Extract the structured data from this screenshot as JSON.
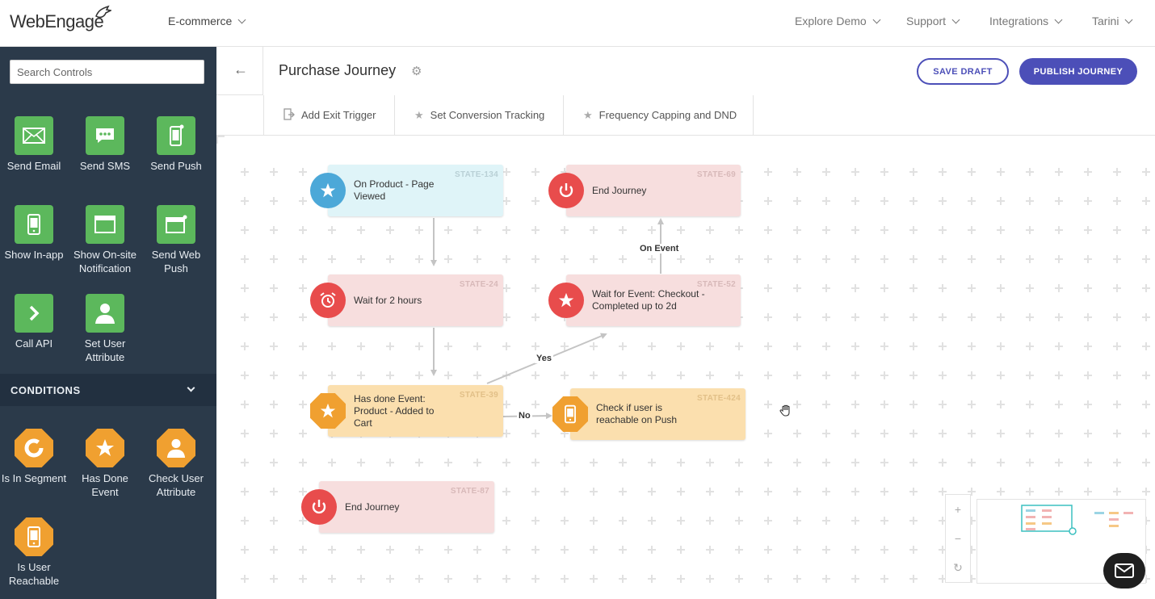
{
  "topbar": {
    "logo": "WebEngage",
    "project": "E-commerce",
    "nav": [
      "Explore Demo",
      "Support",
      "Integrations",
      "Tarini"
    ]
  },
  "sidebar": {
    "search_placeholder": "Search Controls",
    "actions": [
      {
        "label": "Send Email",
        "icon": "email-icon"
      },
      {
        "label": "Send SMS",
        "icon": "sms-icon"
      },
      {
        "label": "Send Push",
        "icon": "mobile-push-icon"
      },
      {
        "label": "Show In-app",
        "icon": "mobile-icon"
      },
      {
        "label": "Show On-site Notification",
        "icon": "browser-window-icon"
      },
      {
        "label": "Send Web Push",
        "icon": "web-push-icon"
      },
      {
        "label": "Call API",
        "icon": "chevron-right-icon"
      },
      {
        "label": "Set User Attribute",
        "icon": "user-icon"
      }
    ],
    "conditions_header": "CONDITIONS",
    "conditions": [
      {
        "label": "Is In Segment",
        "icon": "segment-icon"
      },
      {
        "label": "Has Done Event",
        "icon": "star-icon"
      },
      {
        "label": "Check User Attribute",
        "icon": "user-icon"
      },
      {
        "label": "Is User Reachable",
        "icon": "mobile-icon"
      }
    ]
  },
  "header": {
    "back": "←",
    "title": "Purchase Journey",
    "save_draft": "SAVE DRAFT",
    "publish": "PUBLISH JOURNEY"
  },
  "subbar": {
    "tabs": [
      "Add Exit Trigger",
      "Set Conversion Tracking",
      "Frequency Capping and DND"
    ]
  },
  "canvas": {
    "nodes": [
      {
        "id": "STATE-134",
        "text": "On Product - Page Viewed",
        "kind": "trigger",
        "color": "#dff4f8"
      },
      {
        "id": "STATE-69",
        "text": "End Journey",
        "kind": "end",
        "color": "#f7dede"
      },
      {
        "id": "STATE-24",
        "text": "Wait for 2 hours",
        "kind": "wait",
        "color": "#f7dede"
      },
      {
        "id": "STATE-52",
        "text": "Wait for Event: Checkout - Completed up to 2d",
        "kind": "wait-event",
        "color": "#f7dede"
      },
      {
        "id": "STATE-39",
        "text": "Has done Event: Product - Added to Cart",
        "kind": "condition",
        "color": "#fbdfae"
      },
      {
        "id": "STATE-424",
        "text": "Check if user is reachable on Push",
        "kind": "condition",
        "color": "#fbdfae"
      },
      {
        "id": "STATE-87",
        "text": "End Journey",
        "kind": "end",
        "color": "#f7dede"
      }
    ],
    "edge_labels": {
      "on_event": "On Event",
      "yes": "Yes",
      "no": "No"
    }
  },
  "zoom": {
    "in": "+",
    "out": "−",
    "reset": "↻"
  }
}
